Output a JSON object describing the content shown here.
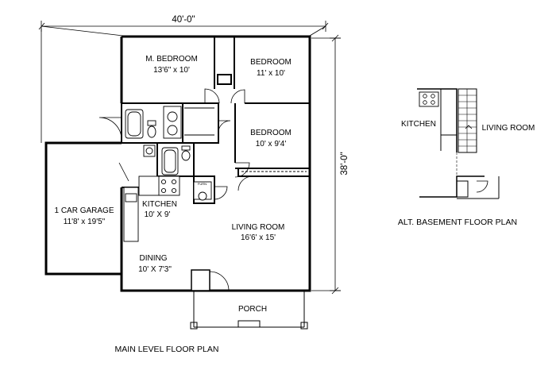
{
  "dimensions": {
    "width": "40'-0\"",
    "depth": "38'-0\""
  },
  "rooms": {
    "master_bedroom": {
      "name": "M. BEDROOM",
      "size": "13'6\" x 10'"
    },
    "bedroom_2": {
      "name": "BEDROOM",
      "size": "11' x 10'"
    },
    "bedroom_3": {
      "name": "BEDROOM",
      "size": "10' x 9'4'"
    },
    "garage": {
      "name": "1 CAR GARAGE",
      "size": "11'8' x 19'5\""
    },
    "kitchen": {
      "name": "KITCHEN",
      "size": "10' X 9'"
    },
    "living_room": {
      "name": "LIVING ROOM",
      "size": "16'6' x 15'"
    },
    "dining": {
      "name": "DINING",
      "size": "10' X 7'3\""
    },
    "porch": {
      "name": "PORCH"
    },
    "furnace": {
      "name": "FURN."
    }
  },
  "alt_basement": {
    "kitchen": "KITCHEN",
    "living_room": "LIVING ROOM",
    "title": "ALT. BASEMENT FLOOR PLAN"
  },
  "main_title": "MAIN LEVEL FLOOR PLAN"
}
